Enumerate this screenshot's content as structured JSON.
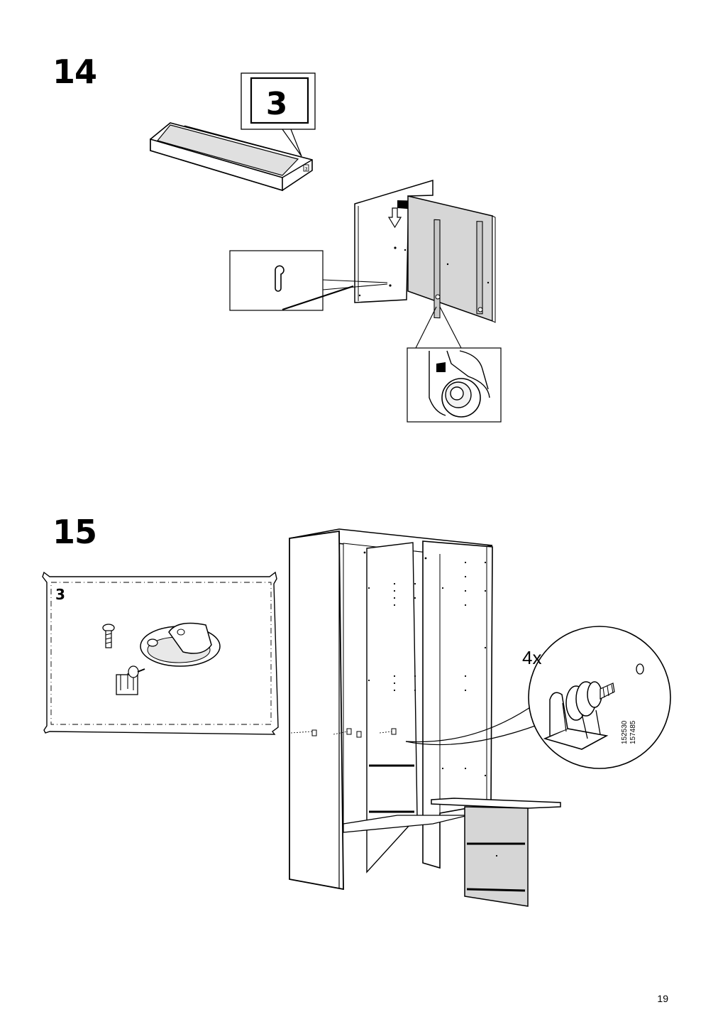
{
  "steps": [
    {
      "number": "14",
      "part_label": "3",
      "part_tag": "3"
    },
    {
      "number": "15",
      "bag_label": "3",
      "quantity": "4x",
      "part_codes": [
        "152530",
        "157485"
      ]
    }
  ],
  "page": {
    "number": "19"
  },
  "icons": [
    "keyhole-slot-icon",
    "down-arrow-icon",
    "screw-icon",
    "connector-icon",
    "bracket-icon",
    "hole-icon"
  ]
}
